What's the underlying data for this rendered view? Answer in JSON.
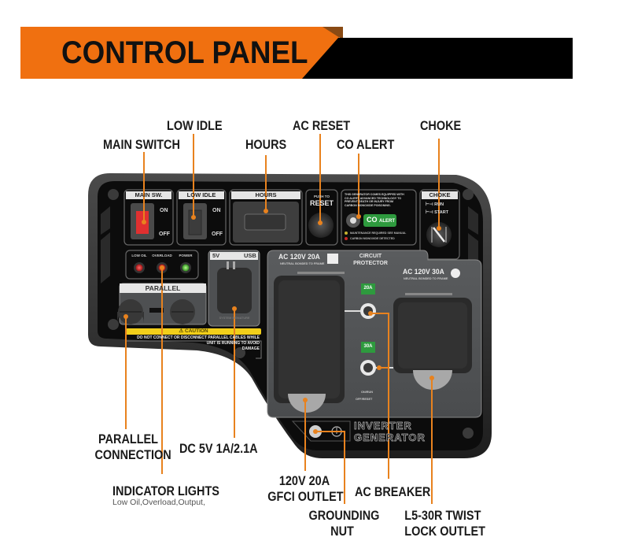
{
  "header": {
    "title": "CONTROL PANEL",
    "accent_color": "#f07010",
    "dark_color": "#000000"
  },
  "callouts": {
    "main_switch": "MAIN SWITCH",
    "low_idle": "LOW IDLE",
    "hours": "HOURS",
    "ac_reset": "AC RESET",
    "co_alert": "CO ALERT",
    "choke": "CHOKE",
    "parallel_connection": [
      "PARALLEL",
      "CONNECTION"
    ],
    "dc_usb": "DC 5V 1A/2.1A",
    "indicator_lights": "INDICATOR LIGHTS",
    "indicator_lights_sub": "Low Oil,Overload,Output,",
    "gfci_outlet": [
      "120V 20A",
      "GFCI OUTLET"
    ],
    "grounding_nut": [
      "GROUNDING",
      "NUT"
    ],
    "ac_breaker": "AC BREAKER",
    "twist_lock": [
      "L5-30R TWIST",
      "LOCK OUTLET"
    ],
    "line_color": "#e8821e"
  },
  "panel": {
    "main_sw": {
      "label": "MAIN SW.",
      "on": "ON",
      "off": "OFF",
      "rocker_color": "#e03030"
    },
    "low_idle": {
      "label": "LOW IDLE",
      "on": "ON",
      "off": "OFF"
    },
    "hours": {
      "label": "HOURS"
    },
    "reset": {
      "top": "PUSH TO",
      "label": "RESET"
    },
    "co": {
      "notice": [
        "THIS GENERATOR COMES EQUIPPED WITH",
        "CO ALERT, ADVANCED TECHNOLOGY TO",
        "PREVENT DEATH OR INJURY FROM",
        "CARBON MONOXIDE POISONING."
      ],
      "badge_main": "CO",
      "badge_sub": "ALERT",
      "legend": [
        "MAINTENANCE REQUIRED SEE MANUAL",
        "CARBON MONOXIDE DETECTED"
      ],
      "badge_color": "#2e9a3e"
    },
    "choke": {
      "label": "CHOKE",
      "run": "RUN",
      "start": "START"
    },
    "indicators": [
      {
        "label": "LOW OIL",
        "color": "#e02828"
      },
      {
        "label": "OVERLOAD",
        "color": "#e02828"
      },
      {
        "label": "POWER",
        "color": "#5ccf3c"
      }
    ],
    "parallel": {
      "label": "PARALLEL"
    },
    "usb": {
      "left": "5V",
      "right": "USB",
      "bottom": "SYSTEM SIGNATURE"
    },
    "caution": {
      "title": "CAUTION",
      "lines": [
        "DO NOT CONNECT OR DISCONNECT PARALLEL CABLES WHILE",
        "UNIT IS RUNNING TO AVOID",
        "DAMAGE"
      ],
      "color": "#f2cf1a"
    },
    "ac20": {
      "label": "AC 120V 20A",
      "sub": "NEUTRAL BONDED TO FRAME"
    },
    "circuit": {
      "label": [
        "CIRCUIT",
        "PROTECTOR"
      ],
      "b20": "20A",
      "b30": "30A",
      "on_run": "ON/RUN",
      "off_reset": "OFF/RESET",
      "tag_color": "#2e9a3e"
    },
    "ac30": {
      "label": "AC 120V 30A",
      "sub": "NEUTRAL BONDED TO FRAME"
    },
    "brand": [
      "INVERTER",
      "GENERATOR"
    ]
  }
}
